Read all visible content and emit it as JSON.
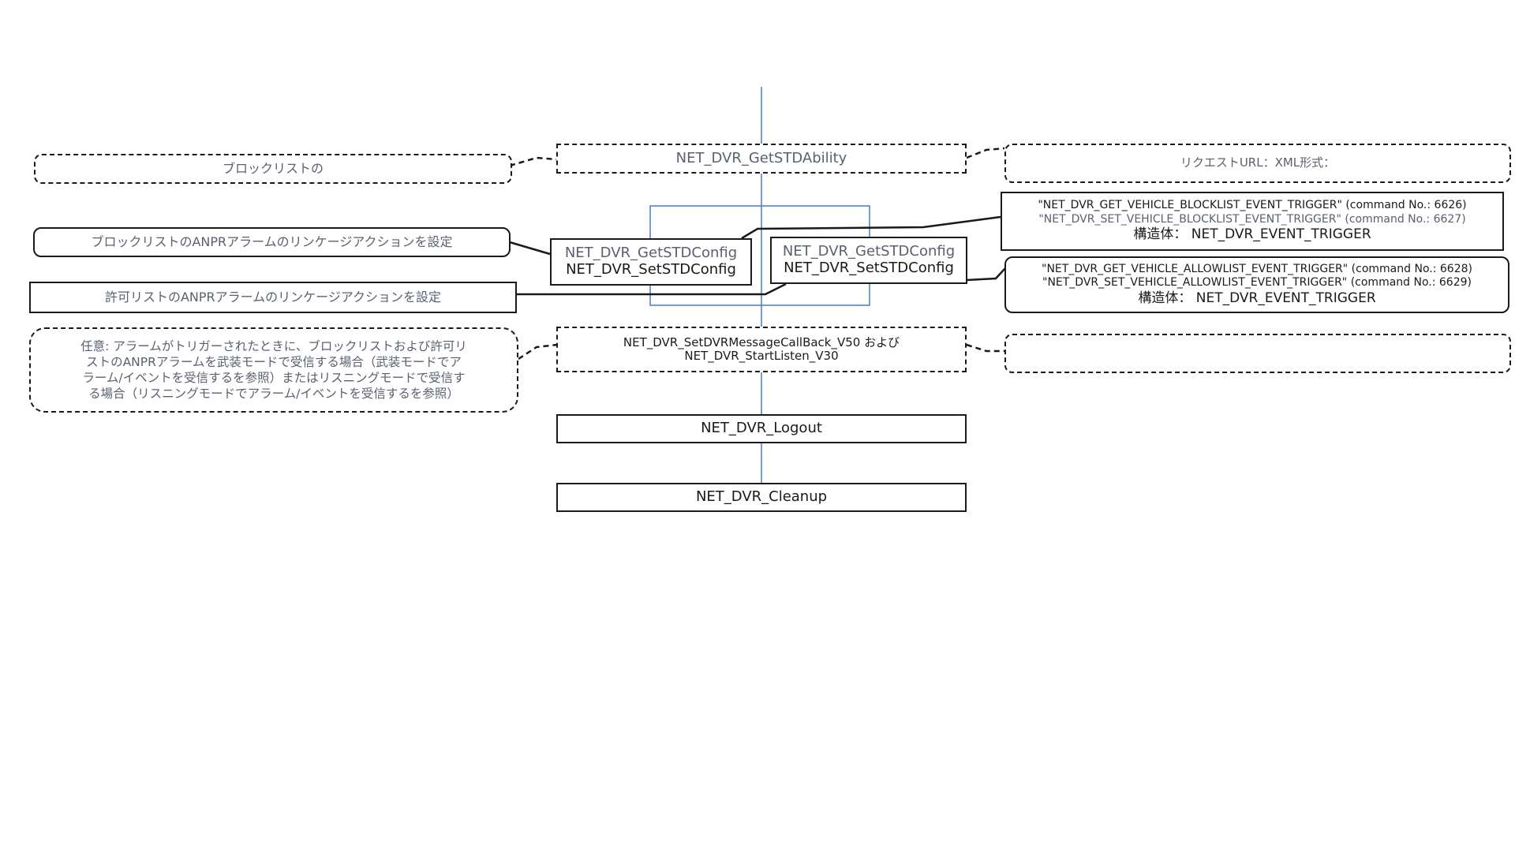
{
  "flow": {
    "get_std_ability": "NET_DVR_GetSTDAbility",
    "block_config": {
      "get": "NET_DVR_GetSTDConfig",
      "set": "NET_DVR_SetSTDConfig"
    },
    "allow_config": {
      "get": "NET_DVR_GetSTDConfig",
      "set": "NET_DVR_SetSTDConfig"
    },
    "callback": {
      "line1": "NET_DVR_SetDVRMessageCallBack_V50 および",
      "line2": "NET_DVR_StartListen_V30"
    },
    "logout": "NET_DVR_Logout",
    "cleanup": "NET_DVR_Cleanup"
  },
  "notes": {
    "blocklist": "ブロックリストの",
    "request_url": "リクエストURL：XML形式：",
    "block_linkage": "ブロックリストのANPRアラームのリンケージアクションを設定",
    "allow_linkage": "許可リストのANPRアラームのリンケージアクションを設定",
    "optional": {
      "line1": "任意: アラームがトリガーされたときに、ブロックリストおよび許可リ",
      "line2": "ストのANPRアラームを武装モードで受信する場合（武装モードでア",
      "line3": "ラーム/イベントを受信するを参照）またはリスニングモードで受信す",
      "line4": "る場合（リスニングモードでアラーム/イベントを受信するを参照）"
    },
    "block_commands": {
      "line1": "\"NET_DVR_GET_VEHICLE_BLOCKLIST_EVENT_TRIGGER\" (command No.: 6626)",
      "line2": "\"NET_DVR_SET_VEHICLE_BLOCKLIST_EVENT_TRIGGER\" (command No.: 6627)",
      "line3": "構造体： NET_DVR_EVENT_TRIGGER"
    },
    "allow_commands": {
      "line1": "\"NET_DVR_GET_VEHICLE_ALLOWLIST_EVENT_TRIGGER\" (command No.: 6628)",
      "line2": "\"NET_DVR_SET_VEHICLE_ALLOWLIST_EVENT_TRIGGER\" (command No.: 6629)",
      "line3": "構造体： NET_DVR_EVENT_TRIGGER"
    },
    "empty_note": ""
  },
  "colors": {
    "flow_line": "#4a7cc4",
    "border": "#1a1a1a",
    "gray_text": "#5a6070"
  }
}
